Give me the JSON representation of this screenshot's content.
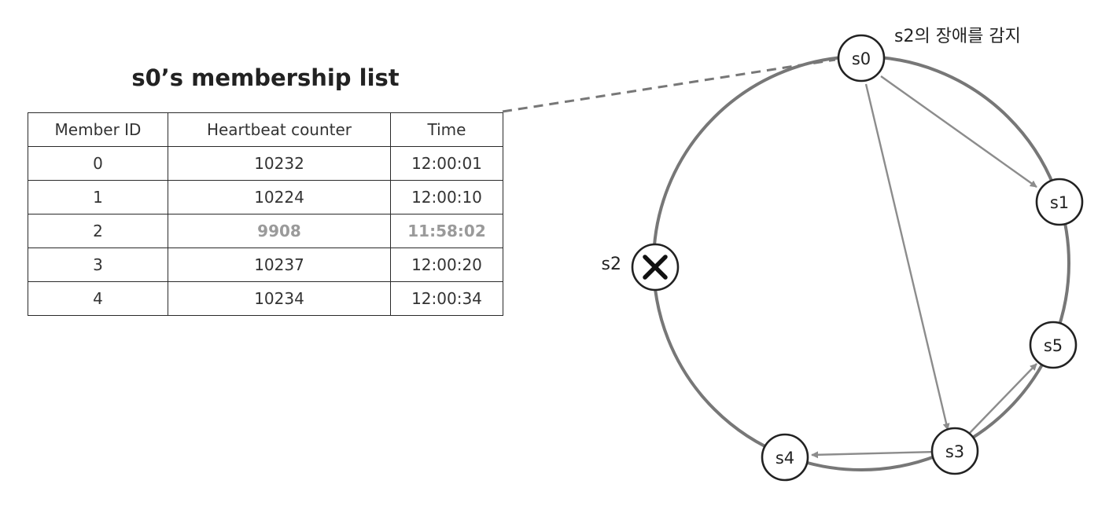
{
  "membership_list": {
    "title": "s0’s membership list",
    "columns": [
      "Member ID",
      "Heartbeat counter",
      "Time"
    ],
    "rows": [
      {
        "member_id": "0",
        "heartbeat": "10232",
        "time": "12:00:01",
        "stale": false
      },
      {
        "member_id": "1",
        "heartbeat": "10224",
        "time": "12:00:10",
        "stale": false
      },
      {
        "member_id": "2",
        "heartbeat": "9908",
        "time": "11:58:02",
        "stale": true
      },
      {
        "member_id": "3",
        "heartbeat": "10237",
        "time": "12:00:20",
        "stale": false
      },
      {
        "member_id": "4",
        "heartbeat": "10234",
        "time": "12:00:34",
        "stale": false
      }
    ]
  },
  "ring": {
    "nodes": [
      {
        "id": "s0",
        "label": "s0"
      },
      {
        "id": "s1",
        "label": "s1"
      },
      {
        "id": "s5",
        "label": "s5"
      },
      {
        "id": "s3",
        "label": "s3"
      },
      {
        "id": "s4",
        "label": "s4"
      },
      {
        "id": "s2",
        "label": "s2",
        "failed": true
      }
    ],
    "failed_node_label": "s2",
    "detection_annotation": "s2의 장애를 감지",
    "gossip_edges": [
      {
        "from": "s0",
        "to": "s1"
      },
      {
        "from": "s0",
        "to": "s3"
      },
      {
        "from": "s3",
        "to": "s5"
      },
      {
        "from": "s3",
        "to": "s4"
      }
    ],
    "colors": {
      "ring": "#777777",
      "arrow": "#8c8c8c",
      "node_border": "#222222",
      "stale_text": "#9a9a9a"
    },
    "failed_icon": "x-mark-icon"
  }
}
